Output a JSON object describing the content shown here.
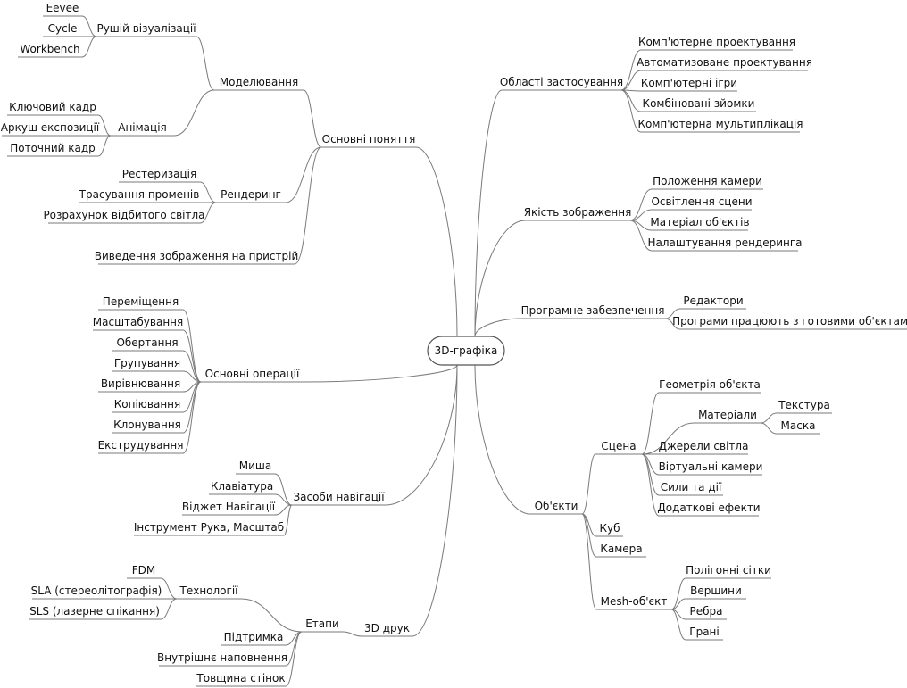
{
  "center": "3D-графіка",
  "nodes": {
    "osn": "Основні поняття",
    "model": "Моделювання",
    "rush": "Рушій візуалізації",
    "eevee": "Eevee",
    "cycle": "Cycle",
    "wb": "Workbench",
    "anim": "Анімація",
    "kk": "Ключовий кадр",
    "ae": "Аркуш експозиції",
    "pk": "Поточний кадр",
    "rend": "Рендеринг",
    "rest": "Рестеризація",
    "tras": "Трасування променів",
    "rozr": "Розрахунок відбитого світла",
    "vyv": "Виведення зображення на пристрій",
    "op": "Основні операції",
    "op1": "Переміщення",
    "op2": "Масштабування",
    "op3": "Обертання",
    "op4": "Групування",
    "op5": "Вирівнювання",
    "op6": "Копіювання",
    "op7": "Клонування",
    "op8": "Екструдування",
    "nav": "Засоби навігації",
    "n1": "Миша",
    "n2": "Клавіатура",
    "n3": "Віджет Навігації",
    "n4": "Інструмент Рука, Масштаб",
    "druk": "3D друк",
    "etapy": "Етапи",
    "tech": "Технології",
    "fdm": "FDM",
    "sla": "SLA (стереолітографія)",
    "sls": "SLS (лазерне спікання)",
    "pidt": "Підтримка",
    "vnut": "Внутрішнє наповнення",
    "tovsh": "Товщина стінок",
    "obl": "Області застосування",
    "obl1": "Комп'ютерне проектування",
    "obl2": "Автоматизоване проектування",
    "obl3": "Комп'ютерні ігри",
    "obl4": "Комбіновані зйомки",
    "obl5": "Комп'ютерна мультиплікація",
    "yak": "Якість зображення",
    "yak1": "Положення камери",
    "yak2": "Освітлення сцени",
    "yak3": "Матеріал об'єктів",
    "yak4": "Налаштування рендеринга",
    "prog": "Програмне забезпечення",
    "red": "Редактори",
    "progr": "Програми працюють з готовими об'єктами",
    "obj": "Об'єкти",
    "scena": "Сцена",
    "geom": "Геометрія об'єкта",
    "mat": "Матеріали",
    "tekst": "Текстура",
    "maska": "Маска",
    "dzh": "Джерели світла",
    "virt": "Віртуальні камери",
    "syly": "Сили та дії",
    "dod": "Додаткові ефекти",
    "kub": "Куб",
    "kamera": "Камера",
    "mesh": "Mesh-об'єкт",
    "polig": "Полігонні сітки",
    "vershyny": "Вершини",
    "rebra": "Ребра",
    "grani": "Грані"
  },
  "colors": {
    "line": "#7a7a7a",
    "text": "#111111",
    "background": "#ffffff"
  }
}
